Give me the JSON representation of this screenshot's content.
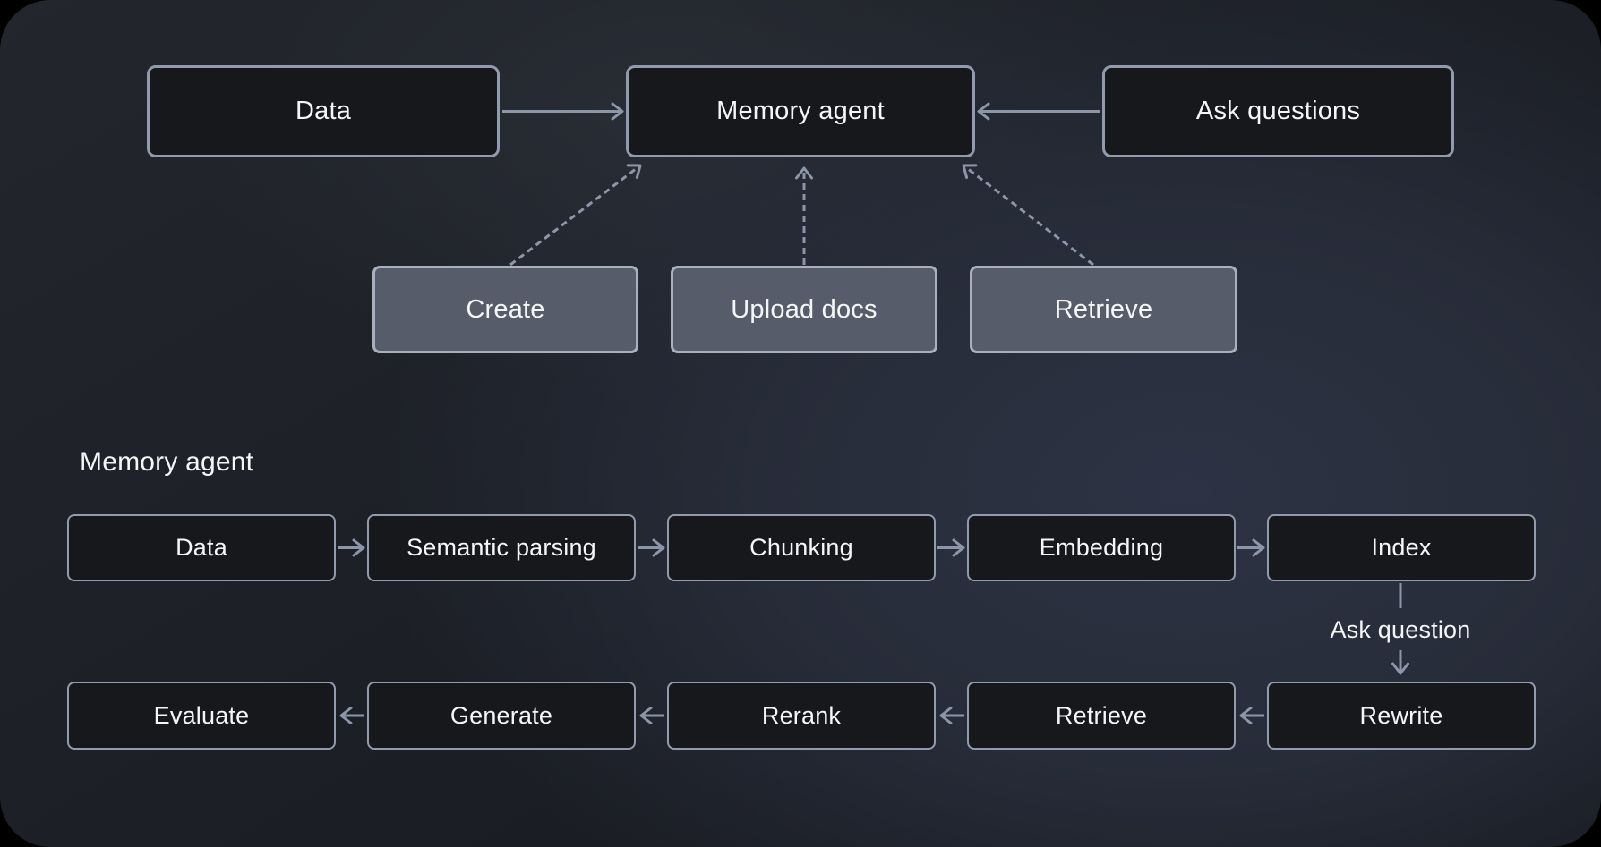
{
  "colors": {
    "background_outer": "#000000",
    "node_dark_fill": "#17181b",
    "node_dark_border": "#929bad",
    "node_gray_fill": "#565c69",
    "node_gray_border": "#a9b0bd",
    "arrow": "#8d96a8",
    "text": "#f5f6f8"
  },
  "top_flow": {
    "data_label": "Data",
    "memory_agent_label": "Memory agent",
    "ask_questions_label": "Ask questions",
    "create_label": "Create",
    "upload_docs_label": "Upload docs",
    "retrieve_label": "Retrieve"
  },
  "memory_pipeline": {
    "heading": "Memory agent",
    "ingest_row": [
      "Data",
      "Semantic parsing",
      "Chunking",
      "Embedding",
      "Index"
    ],
    "connector_label": "Ask question",
    "answer_row": [
      "Evaluate",
      "Generate",
      "Rerank",
      "Retrieve",
      "Rewrite"
    ]
  }
}
